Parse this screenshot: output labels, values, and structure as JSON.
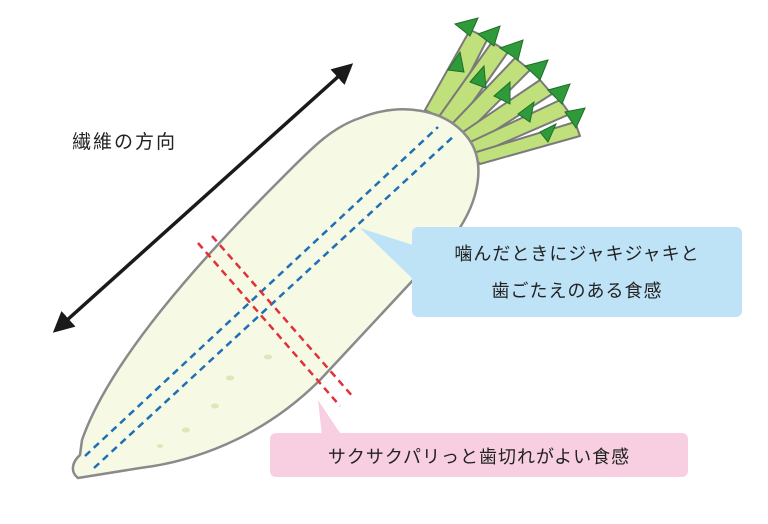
{
  "labels": {
    "fiber_direction": "繊維の方向"
  },
  "callouts": {
    "lengthwise_cut": {
      "line1": "噛んだときにジャキジャキと",
      "line2": "歯ごたえのある食感",
      "color": "#bfe3f6"
    },
    "crosswise_cut": {
      "line1": "サクサクパリっと歯切れがよい食感",
      "color": "#f8cfe0"
    }
  },
  "colors": {
    "radish_body": "#f6f9e4",
    "radish_outline": "#8a8a8a",
    "leaf_stem": "#bfe07a",
    "leaf_tip": "#2f9a3a",
    "lengthwise_line": "#1f6fb5",
    "crosswise_line": "#e0303a",
    "arrow": "#1a1a1a"
  }
}
